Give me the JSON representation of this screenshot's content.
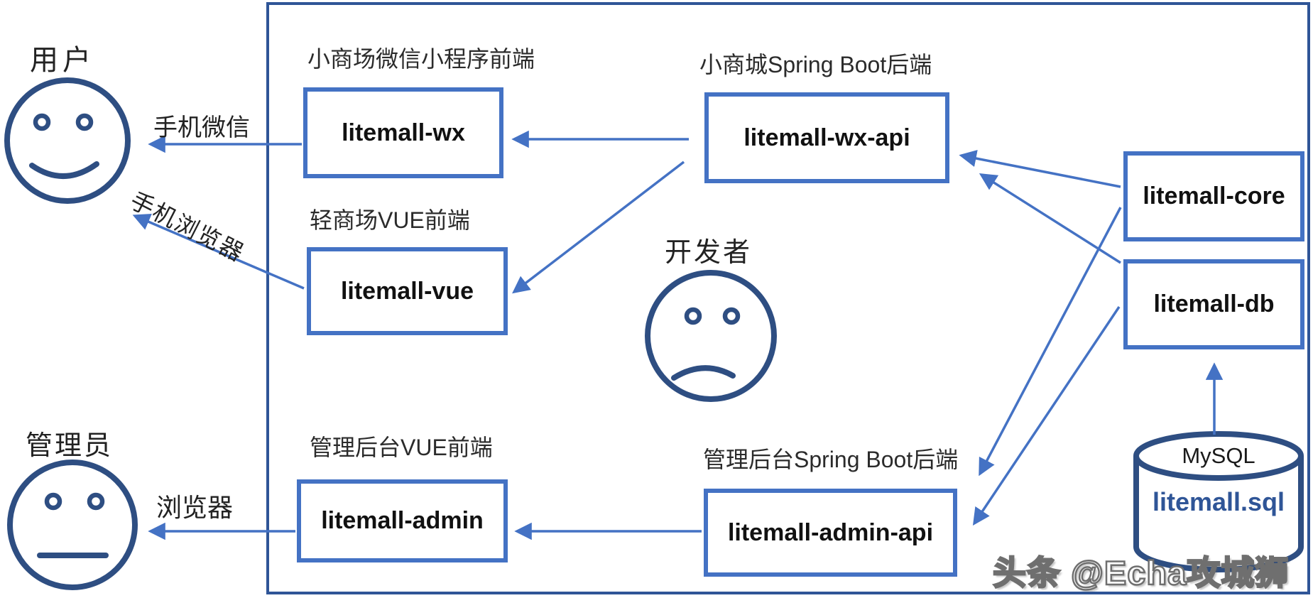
{
  "diagram": {
    "actors": {
      "user": {
        "label": "用户",
        "expression": "happy"
      },
      "admin": {
        "label": "管理员",
        "expression": "neutral"
      },
      "developer": {
        "label": "开发者",
        "expression": "sad"
      }
    },
    "nodes": {
      "wx": {
        "caption": "小商场微信小程序前端",
        "label": "litemall-wx"
      },
      "wx_api": {
        "caption": "小商城Spring Boot后端",
        "label": "litemall-wx-api"
      },
      "vue": {
        "caption": "轻商场VUE前端",
        "label": "litemall-vue"
      },
      "admin_fe": {
        "caption": "管理后台VUE前端",
        "label": "litemall-admin"
      },
      "admin_api": {
        "caption": "管理后台Spring Boot后端",
        "label": "litemall-admin-api"
      },
      "core": {
        "label": "litemall-core"
      },
      "db": {
        "label": "litemall-db"
      }
    },
    "database": {
      "type_label": "MySQL",
      "file_label": "litemall.sql"
    },
    "edge_labels": {
      "wechat": "手机微信",
      "mobile_browser": "手机浏览器",
      "browser": "浏览器"
    },
    "edges": [
      {
        "from": "litemall-wx",
        "to": "用户",
        "label": "手机微信"
      },
      {
        "from": "litemall-vue",
        "to": "用户",
        "label": "手机浏览器"
      },
      {
        "from": "litemall-wx-api",
        "to": "litemall-wx"
      },
      {
        "from": "litemall-wx-api",
        "to": "litemall-vue"
      },
      {
        "from": "litemall-admin-api",
        "to": "litemall-admin"
      },
      {
        "from": "litemall-admin",
        "to": "管理员",
        "label": "浏览器"
      },
      {
        "from": "litemall-core",
        "to": "litemall-wx-api"
      },
      {
        "from": "litemall-core",
        "to": "litemall-admin-api"
      },
      {
        "from": "litemall-db",
        "to": "litemall-wx-api"
      },
      {
        "from": "litemall-db",
        "to": "litemall-admin-api"
      },
      {
        "from": "MySQL litemall.sql",
        "to": "litemall-db"
      }
    ],
    "watermark": "头条 @Echa攻城狮",
    "colors": {
      "frame": "#2F5597",
      "node_border": "#4472C4",
      "arrow": "#4472C4",
      "face": "#2E4E82",
      "db_text": "#2F5597",
      "text": "#1a1a1a",
      "watermark": "#6f6f6f"
    }
  }
}
